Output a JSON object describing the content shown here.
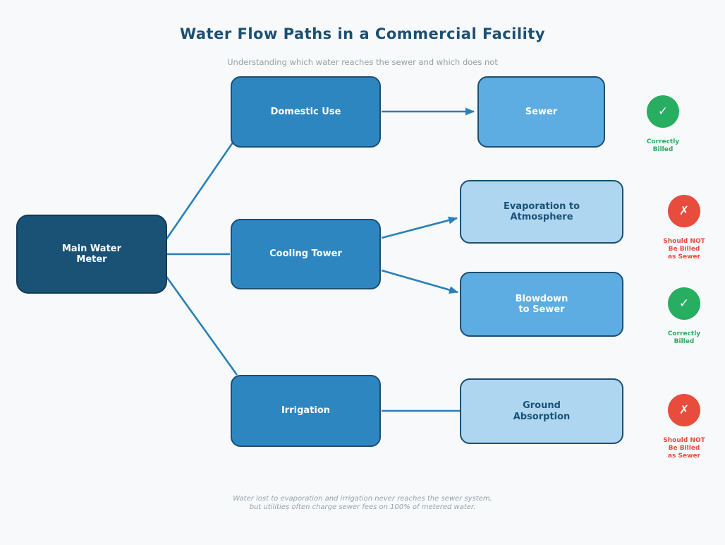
{
  "header": {
    "title": "Water Flow Paths in a Commercial Facility",
    "subtitle": "Understanding which water reaches the sewer and which does not"
  },
  "nodes": {
    "meter": {
      "label": "Main Water\nMeter"
    },
    "domestic": {
      "label": "Domestic Use"
    },
    "cooling": {
      "label": "Cooling Tower"
    },
    "irrigation": {
      "label": "Irrigation"
    },
    "sewer": {
      "label": "Sewer"
    },
    "evaporation": {
      "label": "Evaporation to\nAtmosphere"
    },
    "blowdown": {
      "label": "Blowdown\nto Sewer"
    },
    "ground": {
      "label": "Ground\nAbsorption"
    }
  },
  "badges": {
    "sewer": {
      "symbol": "✓",
      "label": "Correctly\nBilled",
      "status": "correctly-billed",
      "color": "#27ae60"
    },
    "evaporation": {
      "symbol": "✗",
      "label": "Should NOT\nBe Billed\nas Sewer",
      "status": "should-not-billed",
      "color": "#e74c3c"
    },
    "blowdown": {
      "symbol": "✓",
      "label": "Correctly\nBilled",
      "status": "correctly-billed",
      "color": "#27ae60"
    },
    "ground": {
      "symbol": "✗",
      "label": "Should NOT\nBe Billed\nas Sewer",
      "status": "should-not-billed",
      "color": "#e74c3c"
    }
  },
  "footer": {
    "note": "Water lost to evaporation and irrigation never reaches the sewer system,\nbut utilities often charge sewer fees on 100% of metered water."
  },
  "colors": {
    "background": "#f7f9fb",
    "meter_fill": "#1a5276",
    "source_fill": "#2e86c1",
    "sewer_path_fill": "#5dade2",
    "non_sewer_fill": "#aed6f1",
    "connector": "#2980b9",
    "billed_green": "#27ae60",
    "not_billed_red": "#e74c3c",
    "title_text": "#1c4f72",
    "muted_text": "#95a1a8"
  }
}
